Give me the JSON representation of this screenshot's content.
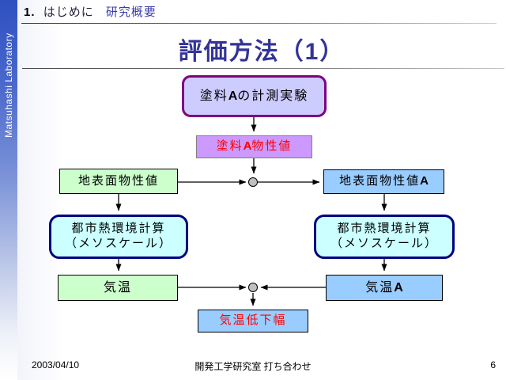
{
  "sidebar": {
    "label": "Matsuhashi Laboratory"
  },
  "header": {
    "number": "1.",
    "section": "はじめに",
    "subsection": "研究概要"
  },
  "title": "評価方法（1）",
  "flowchart": {
    "paint_experiment": {
      "pre": "塗料",
      "em": "A",
      "post": "の計測実験"
    },
    "paint_property": {
      "pre": "塗料",
      "em": "A",
      "post": "物性値"
    },
    "surface_property": "地表面物性値",
    "surface_property_a": {
      "pre": "地表面物性値",
      "em": "A",
      "post": ""
    },
    "calc_left": {
      "line1": "都市熱環境計算",
      "line2": "（メソスケール）"
    },
    "calc_right": {
      "line1": "都市熱環境計算",
      "line2": "（メソスケール）"
    },
    "temperature": "気温",
    "temperature_a": {
      "pre": "気温",
      "em": "A",
      "post": ""
    },
    "temperature_drop": "気温低下幅"
  },
  "footer": {
    "date": "2003/04/10",
    "center": "開発工学研究室 打ち合わせ",
    "page": "6"
  },
  "colors": {
    "sidebar_blue": "#2e50c0",
    "title_navy": "#333399",
    "purple_border": "#800080",
    "lavender_fill": "#ccccff",
    "violet_fill": "#cc99ff",
    "green_fill": "#ccffcc",
    "blue_fill": "#99ccff",
    "cyan_fill": "#ccffff",
    "navy_border": "#000080",
    "red_text": "#ff0000",
    "junction_gray": "#c0c0c0"
  }
}
